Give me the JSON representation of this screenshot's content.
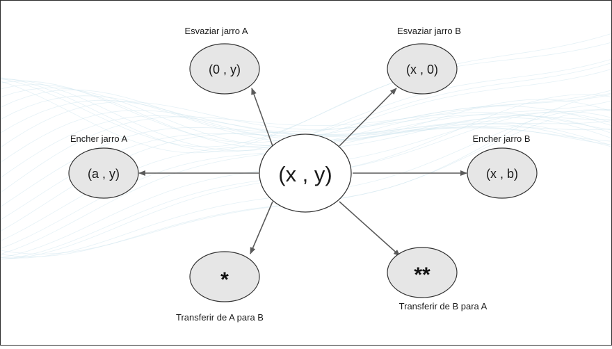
{
  "diagram": {
    "center": {
      "label": "(x , y)"
    },
    "nodes": [
      {
        "id": "empty-a",
        "state": "(0 , y)",
        "caption": "Esvaziar jarro A"
      },
      {
        "id": "empty-b",
        "state": "(x , 0)",
        "caption": "Esvaziar jarro B"
      },
      {
        "id": "fill-a",
        "state": "(a , y)",
        "caption": "Encher jarro A"
      },
      {
        "id": "fill-b",
        "state": "(x , b)",
        "caption": "Encher jarro B"
      },
      {
        "id": "transfer-ab",
        "state": "*",
        "caption": "Transferir de A para B"
      },
      {
        "id": "transfer-ba",
        "state": "**",
        "caption": "Transferir de B para A"
      }
    ],
    "colors": {
      "background": "#ffffff",
      "wave": "#cfe6ee",
      "node_fill": "#e6e6e6",
      "center_fill": "#ffffff",
      "stroke": "#333333",
      "arrow": "#5a5a5a",
      "text": "#1a1a1a"
    }
  }
}
